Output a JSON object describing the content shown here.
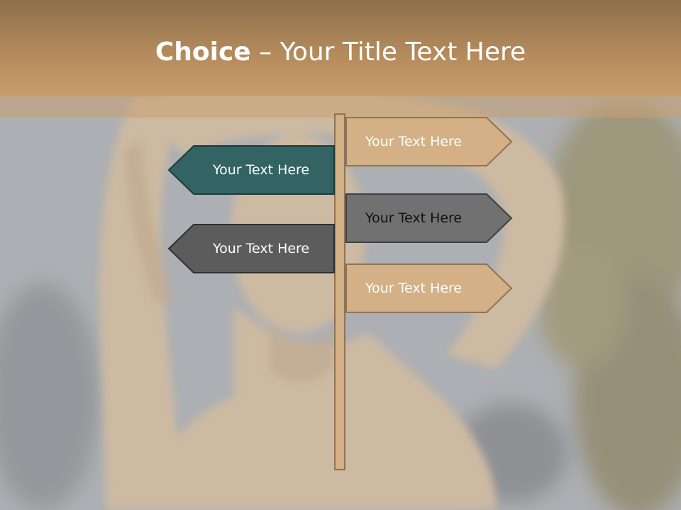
{
  "title": {
    "bold": "Choice",
    "rest": " – Your Title Text Here"
  },
  "signs": [
    {
      "label": "Your Text Here",
      "direction": "right",
      "fill": "#d3b085",
      "text_color": "#ffffff"
    },
    {
      "label": "Your Text Here",
      "direction": "left",
      "fill": "#336363",
      "text_color": "#ffffff"
    },
    {
      "label": "Your Text Here",
      "direction": "right",
      "fill": "#717171",
      "text_color": "#111111"
    },
    {
      "label": "Your Text Here",
      "direction": "left",
      "fill": "#5c5c5c",
      "text_color": "#ffffff"
    },
    {
      "label": "Your Text Here",
      "direction": "right",
      "fill": "#d3b085",
      "text_color": "#ffffff"
    }
  ],
  "colors": {
    "title_bar": "#b38a5c",
    "post": "#d3b085",
    "outline": "#8e7457"
  }
}
